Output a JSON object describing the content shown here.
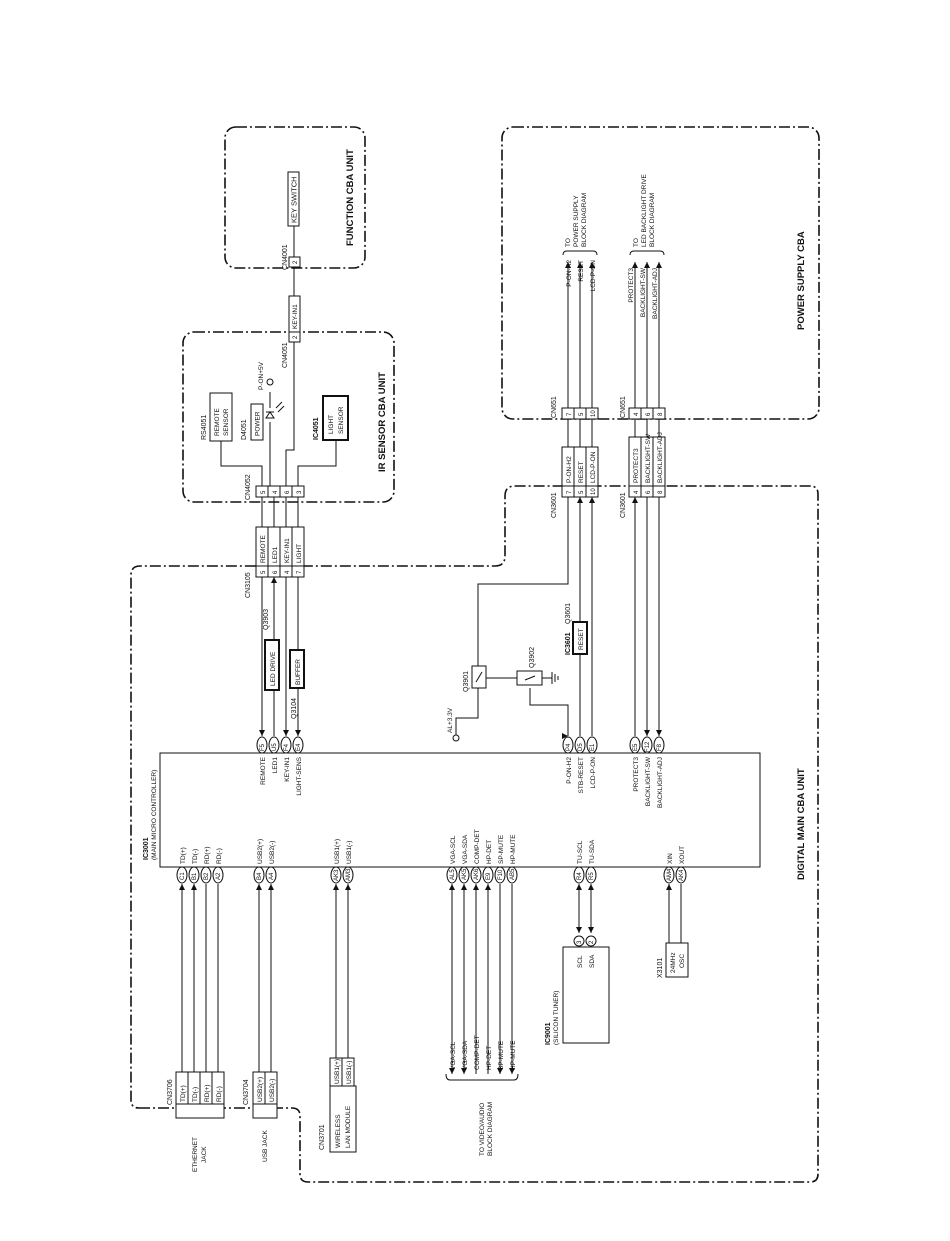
{
  "units": {
    "function": "FUNCTION CBA UNIT",
    "ir": "IR SENSOR CBA UNIT",
    "power": "POWER SUPPLY CBA",
    "main": "DIGITAL MAIN CBA UNIT"
  },
  "function_unit": {
    "cn4001": "CN4001",
    "pin": "2",
    "key_switch": "KEY SWITCH"
  },
  "ir_unit": {
    "cn4051": "CN4051",
    "cn4051_pin": "2",
    "key_in1": "KEY-IN1",
    "rs4051_ref": "RS4051",
    "remote_sensor": [
      "REMOTE",
      "SENSOR"
    ],
    "d4051_ref": "D4051",
    "power": "POWER",
    "p_on5v": "P-ON+5V",
    "ic4051_ref": "IC4051",
    "light_sensor": [
      "LIGHT",
      "SENSOR"
    ],
    "cn4052": "CN4052",
    "cn4052_pins": [
      "5",
      "4",
      "6",
      "3"
    ]
  },
  "power_unit": {
    "cn651": "CN651",
    "group1_pins": [
      "7",
      "5",
      "10"
    ],
    "group1_signals": [
      "P-ON-H2",
      "RESET",
      "LCD-P-ON"
    ],
    "group1_dest": [
      "TO",
      "POWER SUPPLY",
      "BLOCK DIAGRAM"
    ],
    "group2_pins": [
      "4",
      "6",
      "8"
    ],
    "group2_signals": [
      "PROTECT3",
      "BACKLIGHT-SW",
      "BACKLIGHT-ADJ"
    ],
    "group2_dest": [
      "TO",
      "LED BACKLIGHT DRIVE",
      "BLOCK DIAGRAM"
    ]
  },
  "main_unit": {
    "ic3001_ref": "IC3001",
    "ic3001_name": "(MAIN MICRO CONTROLLER)",
    "cn3105": "CN3105",
    "cn3105_pins": [
      "5",
      "6",
      "4",
      "7"
    ],
    "cn3105_signals": [
      "REMOTE",
      "LED1",
      "KEY-IN1",
      "LIGHT"
    ],
    "q3903": "Q3903",
    "led_drive": "LED DRIVE",
    "buffer": "BUFFER",
    "q3104": "Q3104",
    "ic_top_pins": [
      "F5",
      "U5",
      "F4",
      "E4"
    ],
    "ic_top_signals": [
      "REMOTE",
      "LED1",
      "KEY-IN1",
      "LIGHT-SENS"
    ],
    "cn3601": "CN3601",
    "cn3601_g1_pins": [
      "7",
      "5",
      "10"
    ],
    "cn3601_g1_signals": [
      "P-ON-H2",
      "RESET",
      "LCD-P-ON"
    ],
    "cn3601_g2_pins": [
      "4",
      "6",
      "8"
    ],
    "cn3601_g2_signals": [
      "PROTECT3",
      "BACKLIGHT-SW",
      "BACKLIGHT-ADJ"
    ],
    "ic3601_ref": "IC3601",
    "q3601_ref": "Q3601",
    "reset_box": "RESET",
    "q3901": "Q3901",
    "q3902": "Q3902",
    "al33v": "AL+3.3V",
    "ic_mid_pins": [
      "P4",
      "D5",
      "E1"
    ],
    "ic_mid_signals": [
      "P-ON-H2",
      "STB-RESET",
      "LCD-P-ON"
    ],
    "ic_right_pins": [
      "E5",
      "F12",
      "F8"
    ],
    "ic_right_signals": [
      "PROTECT3",
      "BACKLIGHT-SW",
      "BACKLIGHT-ADJ"
    ],
    "eth_pins": [
      "C1",
      "B1",
      "B2",
      "A2"
    ],
    "eth_signals": [
      "TD(+)",
      "TD(-)",
      "RD(+)",
      "RD(-)"
    ],
    "usb2_pins": [
      "B4",
      "A4"
    ],
    "usb2_signals": [
      "USB2(+)",
      "USB2(-)"
    ],
    "usb1_pins": [
      "AK3",
      "AM3"
    ],
    "usb1_signals": [
      "USB1(+)",
      "USB1(-)"
    ],
    "video_pins": [
      "AL5",
      "AK5",
      "AK6",
      "E9",
      "F10",
      "AB5"
    ],
    "video_signals": [
      "VGA-SCL",
      "VGA-SDA",
      "COMP-DET",
      "HP-DET",
      "SP-MUTE",
      "HP-MUTE"
    ],
    "tuner_ic_pins": [
      "R4",
      "R5"
    ],
    "tuner_ic_signals": [
      "TU-SCL",
      "TU-SDA"
    ],
    "osc_pins": [
      "AM4",
      "AK4"
    ],
    "osc_signals": [
      "XIN",
      "XOUT"
    ],
    "cn3706": "CN3706",
    "cn3706_signals": [
      "TD(+)",
      "TD(-)",
      "RD(+)",
      "RD(-)"
    ],
    "ethernet_jack": [
      "ETHERNET",
      "JACK"
    ],
    "cn3704": "CN3704",
    "cn3704_signals": [
      "USB2(+)",
      "USB2(-)"
    ],
    "usb_jack": "USB JACK",
    "cn3701": "CN3701",
    "usb1_conn_signals": [
      "USB1(+)",
      "USB1(-)"
    ],
    "wireless": [
      "WIRELESS",
      "LAN MODULE"
    ],
    "video_dest_signals": [
      "VGA-SCL",
      "VGA-SDA",
      "COMP-DET",
      "HP-DET",
      "SP-MUTE",
      "HP-MUTE"
    ],
    "video_dest": [
      "TO VIDEO/AUDIO",
      "BLOCK DIAGRAM"
    ],
    "ic9001_ref": "IC9001",
    "ic9001_name": "(SILICON TUNER)",
    "tuner_pins": [
      "3",
      "2"
    ],
    "tuner_signals": [
      "SCL",
      "SDA"
    ],
    "x3101_ref": "X3101",
    "osc_label": [
      "24MHz",
      "OSC"
    ]
  }
}
